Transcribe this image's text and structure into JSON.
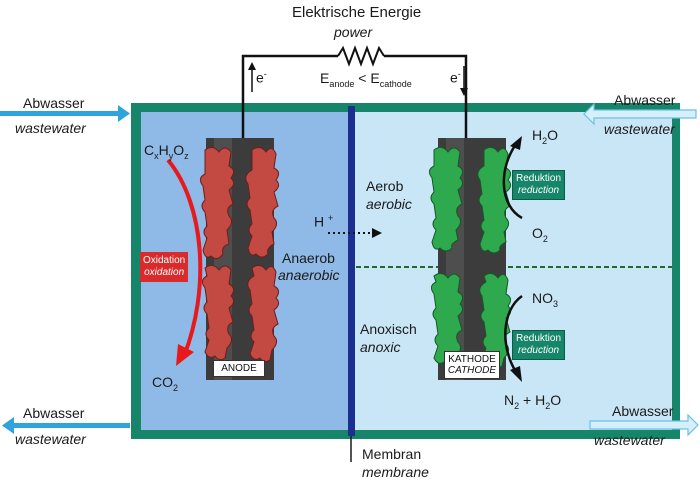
{
  "power": {
    "label_de": "Elektrische Energie",
    "label_en": "power"
  },
  "electron_left": "e",
  "electron_right": "e",
  "electron_superscript": "-",
  "potential": {
    "e1": "E",
    "sub1": "anode",
    "op": "<",
    "e2": "E",
    "sub2": "cathode"
  },
  "inflow_left": {
    "de": "Abwasser",
    "en": "wastewater"
  },
  "inflow_right": {
    "de": "Abwasser",
    "en": "wastewater"
  },
  "outflow_left": {
    "de": "Abwasser",
    "en": "wastewater"
  },
  "outflow_right": {
    "de": "Abwasser",
    "en": "wastewater"
  },
  "substrate": {
    "c": "C",
    "x": "x",
    "h": "H",
    "y": "y",
    "o": "O",
    "z": "z"
  },
  "co2": {
    "base": "CO",
    "sub": "2"
  },
  "oxidation_tag": {
    "de": "Oxidation",
    "en": "oxidation"
  },
  "anaerobic": {
    "de": "Anaerob",
    "en": "anaerobic"
  },
  "proton": {
    "base": "H",
    "sup": "+"
  },
  "aerobic": {
    "de": "Aerob",
    "en": "aerobic"
  },
  "anoxic": {
    "de": "Anoxisch",
    "en": "anoxic"
  },
  "water_top": {
    "h": "H",
    "sub": "2",
    "o": "O"
  },
  "oxygen": {
    "o": "O",
    "sub": "2"
  },
  "nitrate": {
    "base": "NO",
    "sub": "3"
  },
  "products_bottom": {
    "n": "N",
    "sub1": "2",
    "plus": " + H",
    "sub2": "2",
    "o": "O"
  },
  "reduction_tag_top": {
    "de": "Reduktion",
    "en": "reduction"
  },
  "reduction_tag_bottom": {
    "de": "Reduktion",
    "en": "reduction"
  },
  "anode_label": "ANODE",
  "cathode_label": {
    "de": "KATHODE",
    "en": "CATHODE"
  },
  "membrane": {
    "de": "Membran",
    "en": "membrane"
  },
  "colors": {
    "frame": "#17856a",
    "anode_chamber": "#8fb9e6",
    "cathode_chamber": "#c9e6f7",
    "membrane": "#1a2f8f",
    "arrow_blue": "#2fa3dc",
    "arrow_outline": "#8ed2f0",
    "biofilm_red": "#c24a43",
    "biofilm_green": "#2ea94e",
    "electrode": "#3c3c3c"
  }
}
